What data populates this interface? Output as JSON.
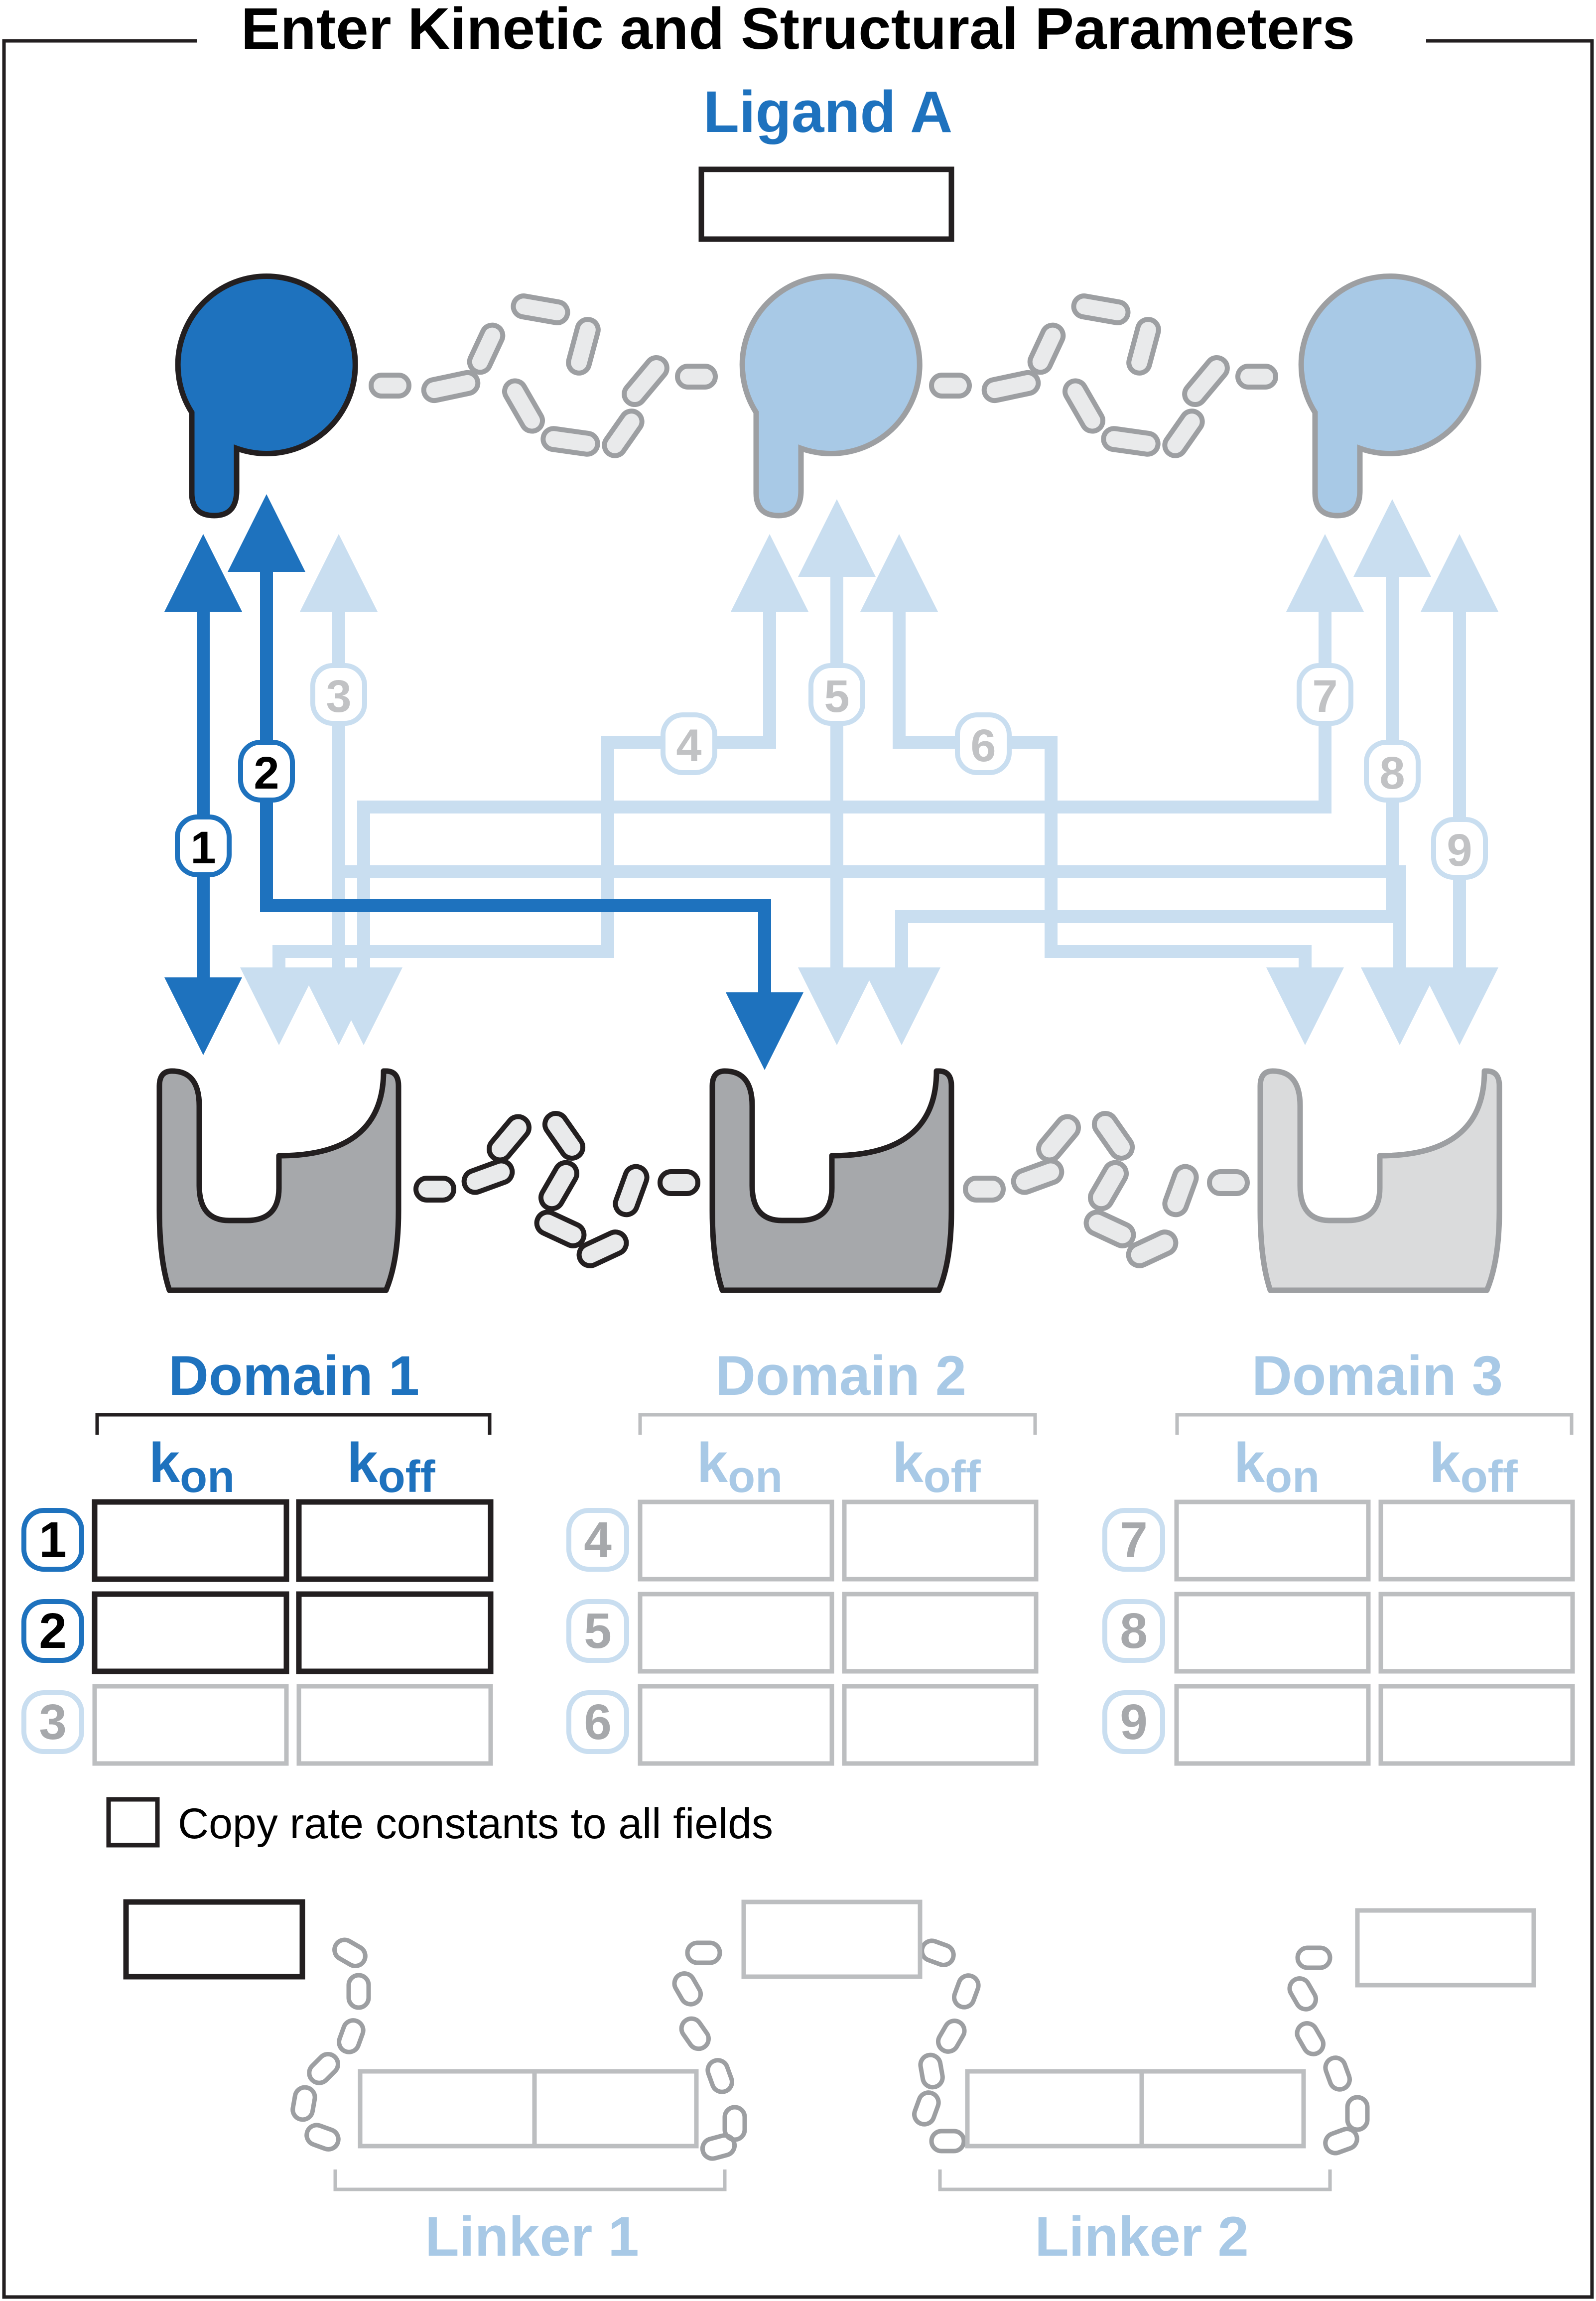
{
  "title": "Enter Kinetic and Structural Parameters",
  "ligand": {
    "label": "Ligand A",
    "input_value": ""
  },
  "domains": [
    {
      "label": "Domain 1",
      "kon": "k",
      "kon_sub": "on",
      "koff": "k",
      "koff_sub": "off",
      "pathways": [
        "1",
        "2",
        "3"
      ]
    },
    {
      "label": "Domain 2",
      "kon": "k",
      "kon_sub": "on",
      "koff": "k",
      "koff_sub": "off",
      "pathways": [
        "4",
        "5",
        "6"
      ]
    },
    {
      "label": "Domain 3",
      "kon": "k",
      "kon_sub": "on",
      "koff": "k",
      "koff_sub": "off",
      "pathways": [
        "7",
        "8",
        "9"
      ]
    }
  ],
  "pathway_labels": [
    "1",
    "2",
    "3",
    "4",
    "5",
    "6",
    "7",
    "8",
    "9"
  ],
  "copy_option": {
    "label": "Copy rate constants to all fields",
    "checked": false
  },
  "linkers": [
    {
      "label": "Linker 1"
    },
    {
      "label": "Linker 2"
    }
  ],
  "colors": {
    "accent_blue": "#1e72be",
    "light_blue": "#a8c9e6",
    "pale_blue": "#c9def0",
    "dark_gray": "#a6a8ab",
    "light_gray": "#dadbdc",
    "outline_dark": "#231f20",
    "outline_gray": "#9d9fa2"
  }
}
